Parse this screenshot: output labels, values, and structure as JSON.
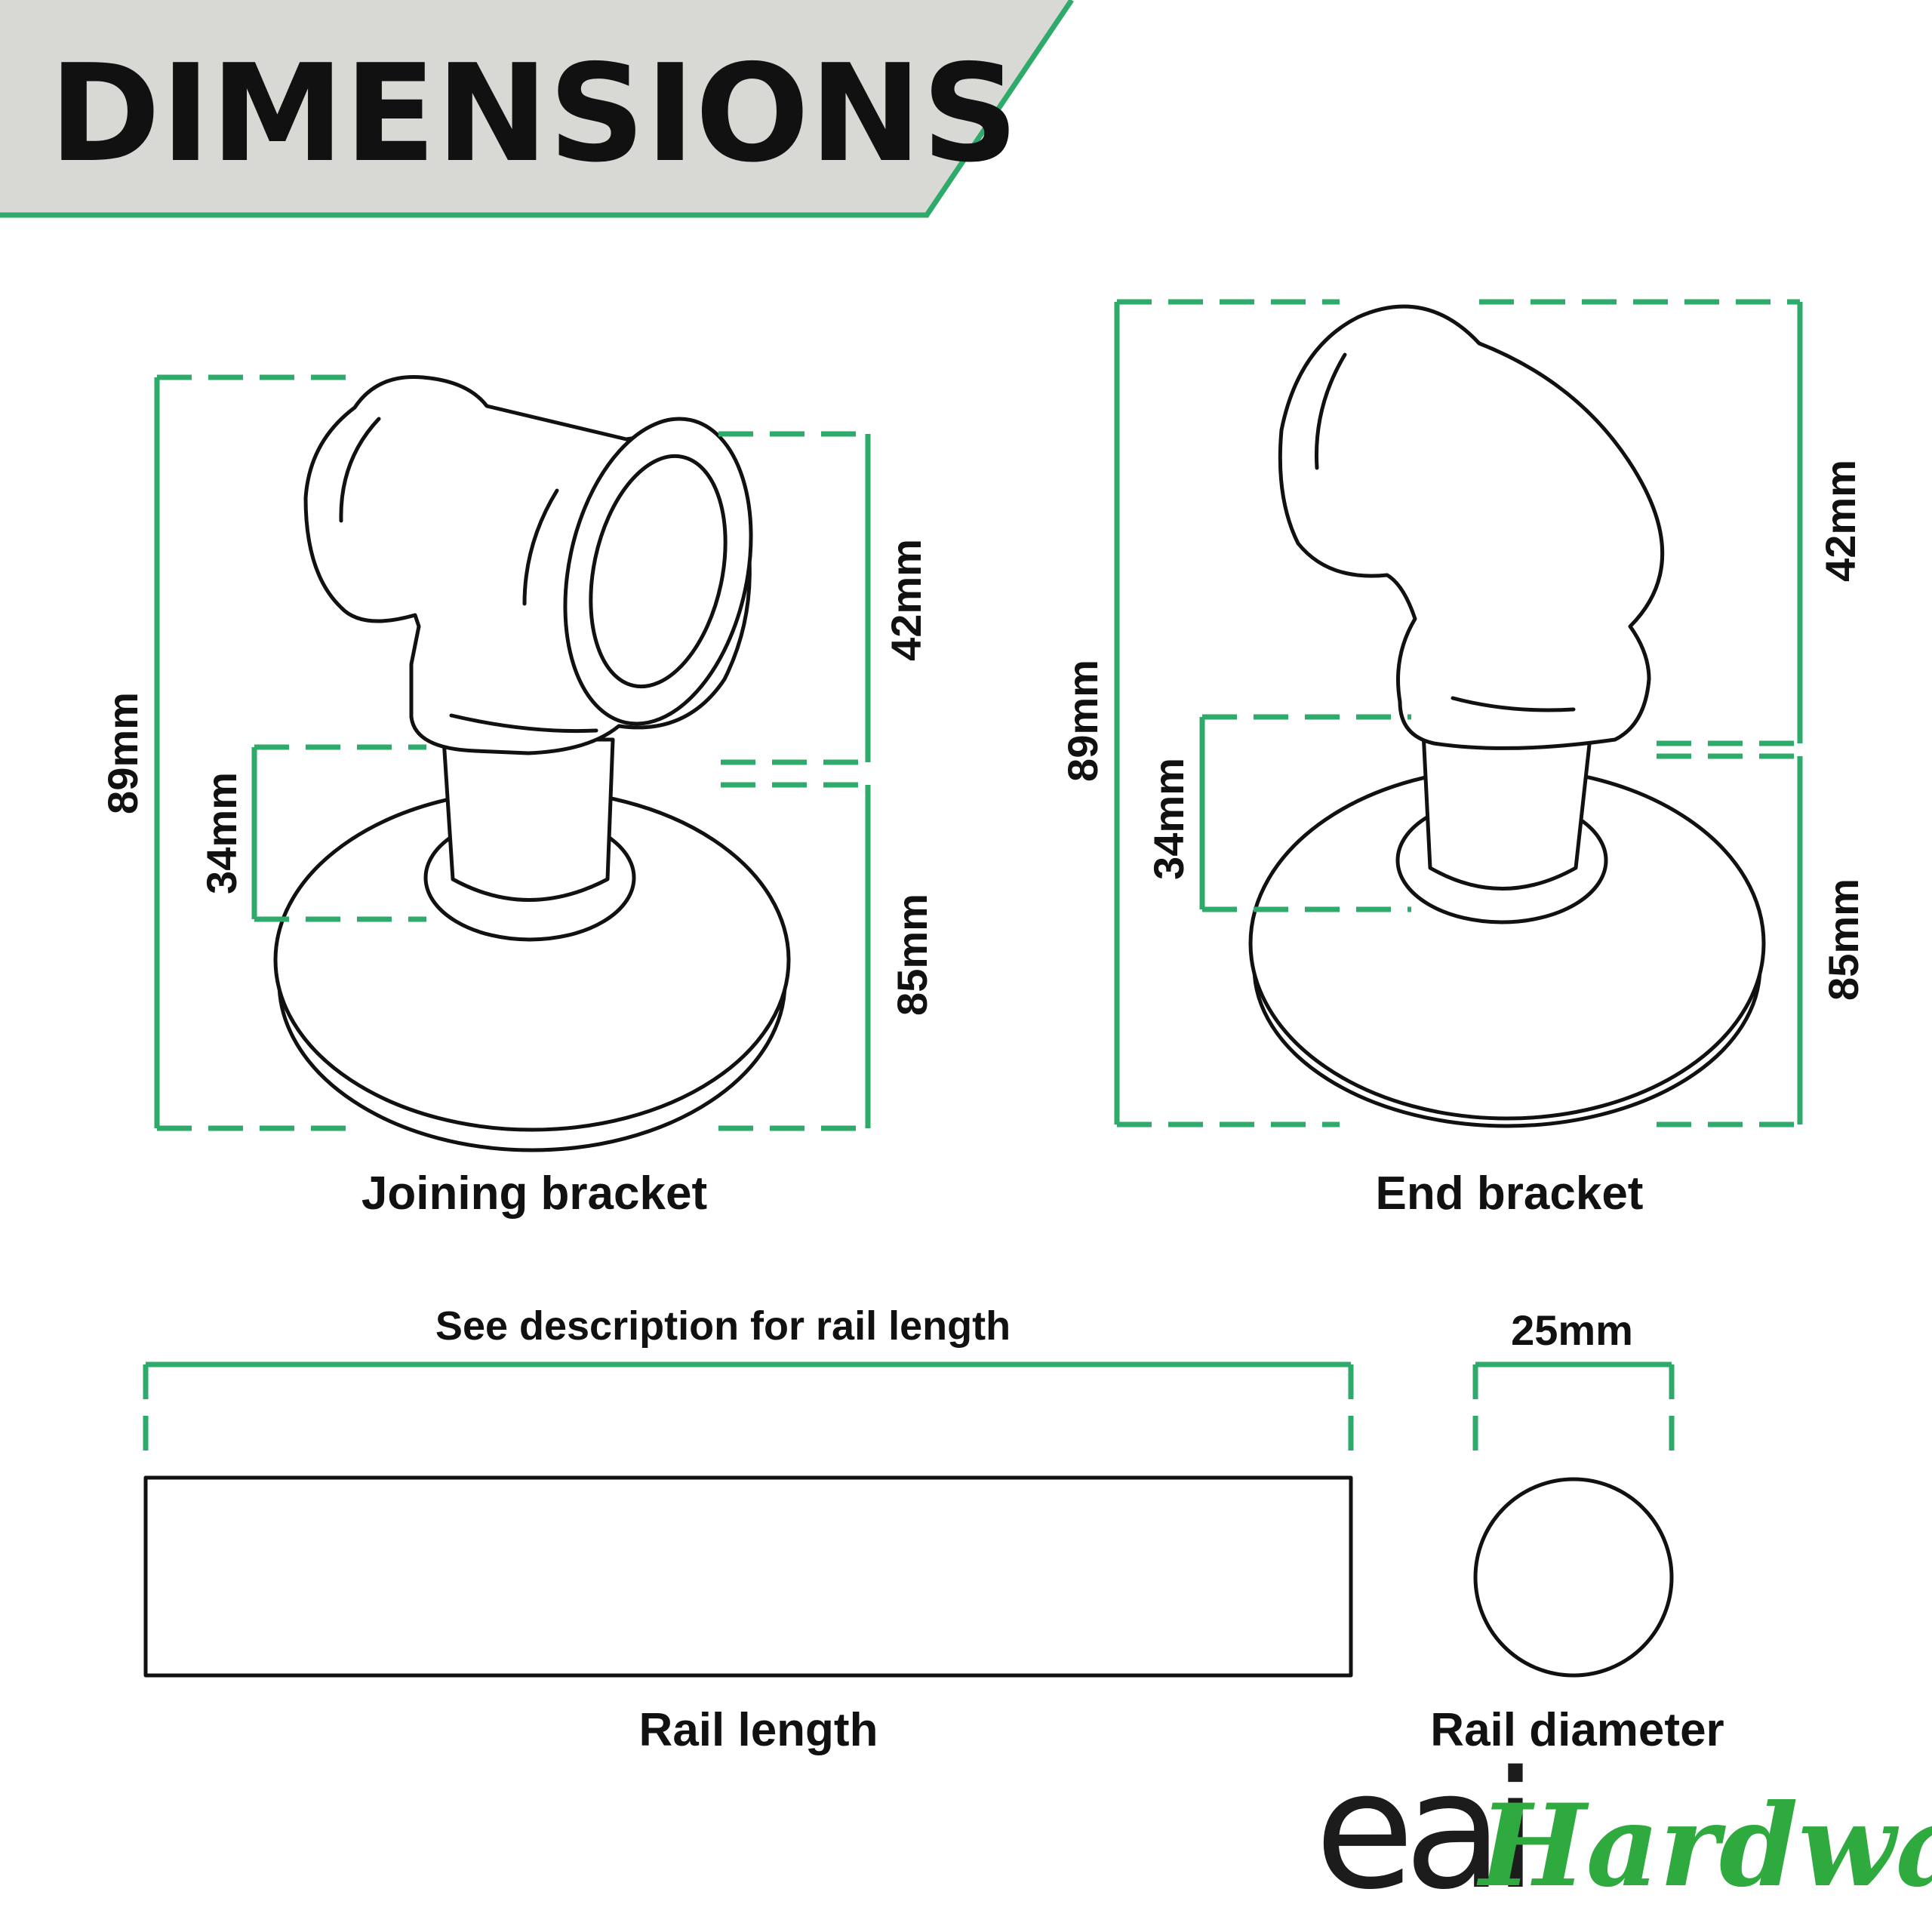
{
  "header": {
    "title": "DIMENSIONS"
  },
  "colors": {
    "accent": "#2eaa6a",
    "header_bg": "#d8d9d4",
    "ink": "#111111"
  },
  "joining_bracket": {
    "label": "Joining bracket",
    "overall_height": "89mm",
    "stem_height": "34mm",
    "socket_height": "42mm",
    "base_diameter": "85mm"
  },
  "end_bracket": {
    "label": "End bracket",
    "overall_height": "89mm",
    "stem_height": "34mm",
    "socket_height": "42mm",
    "base_diameter": "85mm"
  },
  "rail": {
    "length_note": "See description for rail length",
    "length_label": "Rail length",
    "diameter_value": "25mm",
    "diameter_label": "Rail diameter"
  },
  "logo": {
    "mark": "eai",
    "word": "Hardware"
  }
}
